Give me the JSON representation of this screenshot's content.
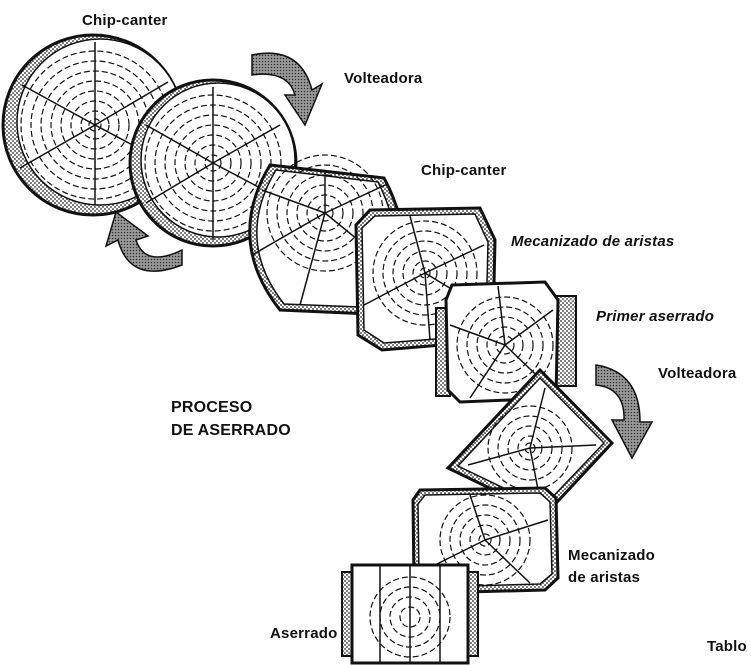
{
  "title": {
    "line1": "PROCESO",
    "line2": "DE ASERRADO"
  },
  "steps": [
    {
      "label": "Chip-canter"
    },
    {
      "label": "Volteadora"
    },
    {
      "label": "Chip-canter"
    },
    {
      "label": "Mecanizado de aristas"
    },
    {
      "label": "Primer aserrado"
    },
    {
      "label": "Volteadora"
    },
    {
      "label_line1": "Mecanizado",
      "label_line2": "de aristas"
    },
    {
      "label": "Aserrado"
    }
  ],
  "cropped_text": "Tablo",
  "icons": [
    "rotate-arrow-icon",
    "log-cross-section-icon"
  ],
  "colors": {
    "ink": "#111111",
    "background": "#ffffff",
    "arrow_fill": "#777777"
  }
}
